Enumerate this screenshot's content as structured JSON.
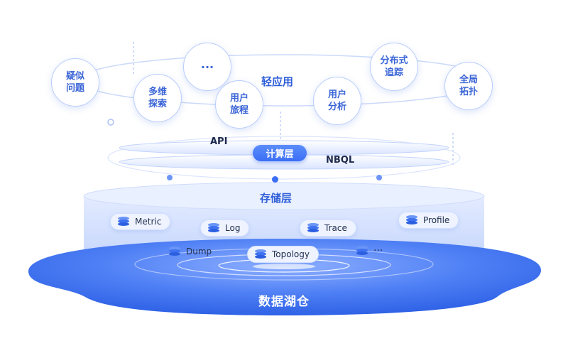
{
  "app_layer": {
    "label": "轻应用",
    "nodes": [
      {
        "line1": "疑似",
        "line2": "问题"
      },
      {
        "line1": "多维",
        "line2": "探索"
      },
      {
        "line1": "···",
        "line2": ""
      },
      {
        "line1": "用户",
        "line2": "旅程"
      },
      {
        "line1": "用户",
        "line2": "分析"
      },
      {
        "line1": "分布式",
        "line2": "追踪"
      },
      {
        "line1": "全局",
        "line2": "拓扑"
      }
    ]
  },
  "compute_layer": {
    "label": "计算层",
    "api": "API",
    "nbql": "NBQL"
  },
  "storage_layer": {
    "label": "存储层",
    "items": [
      "Metric",
      "Log",
      "Trace",
      "Profile",
      "Dump",
      "Topology",
      "···"
    ]
  },
  "data_lake": {
    "label": "数据湖仓"
  },
  "colors": {
    "primary": "#3b6ef5",
    "node_text": "#3a65d6",
    "ring": "#c7d6fb",
    "storage_top": "#dde7fe",
    "lake": "#3f74f2"
  }
}
